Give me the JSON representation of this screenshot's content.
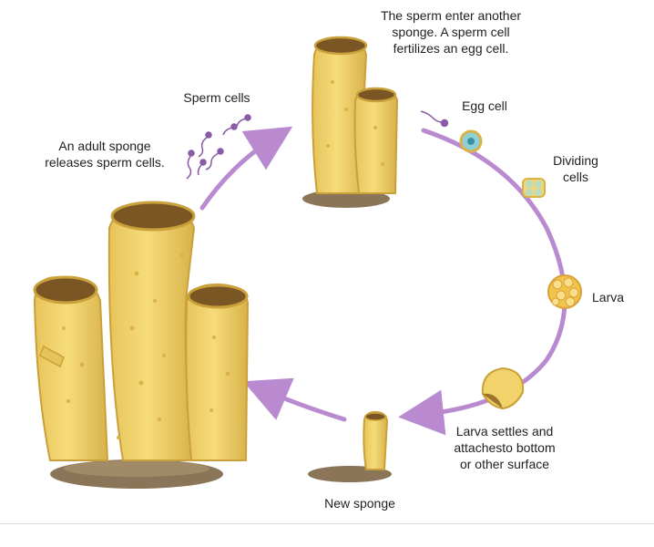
{
  "labels": {
    "adult_release": "An adult sponge\nreleases sperm cells.",
    "sperm_cells": "Sperm cells",
    "sperm_enter": "The sperm enter another\nsponge. A sperm cell\nfertilizes an egg cell.",
    "egg_cell": "Egg cell",
    "dividing_cells": "Dividing\ncells",
    "larva": "Larva",
    "larva_settles": "Larva settles and\nattachesto bottom\nor other surface",
    "new_sponge": "New sponge"
  },
  "colors": {
    "sponge_body": "#f2d36b",
    "sponge_shade": "#d9b347",
    "sponge_rim": "#c9a03a",
    "sponge_opening": "#7a5624",
    "cycle_arrow": "#b98ad0",
    "rock": "#8a7558",
    "sperm": "#8a5aa8",
    "egg": "#8fd0d8",
    "dividing": "#b8dcc0"
  }
}
